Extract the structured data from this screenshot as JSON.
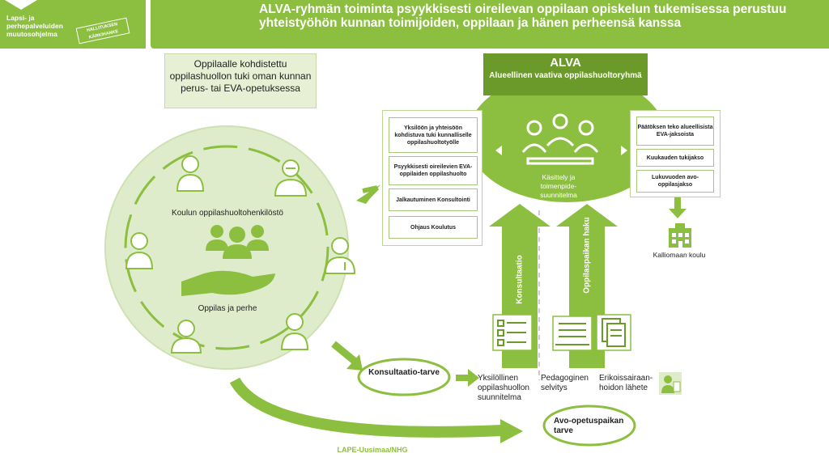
{
  "header": {
    "logo_text": "Lapsi- ja perhepalveluiden muutosohjelma",
    "stamp_text": "HALLITUKSEN KÄRKIHANKE",
    "title": "ALVA-ryhmän toiminta psyykkisesti oireilevan oppilaan opiskelun tukemisessa perustuu yhteistyöhön kunnan toimijoiden, oppilaan ja hänen perheensä kanssa"
  },
  "left_box": "Oppilaalle kohdistettu oppilashuollon tuki oman kunnan perus- tai EVA-opetuksessa",
  "alva": {
    "name": "ALVA",
    "subtitle": "Alueellinen vaativa oppilashuoltoryhmä",
    "caption": "Käsittely ja toimenpide-suunnitelma"
  },
  "left_panel_items": [
    "Yksilöön ja yhteisöön kohdistuva tuki kunnalliselle oppilashuoltotyölle",
    "Psyykkisesti oireilevien EVA-oppilaiden oppilashuolto",
    "Jalkautuminen Konsultointi",
    "Ohjaus Koulutus"
  ],
  "right_panel_items": [
    "Päätöksen teko alueellisista EVA-jaksoista",
    "Kuukauden tukijakso",
    "Lukuvuoden avo-oppilasjakso"
  ],
  "circle": {
    "staff_label": "Koulun oppilashuoltohenkilöstö",
    "family_label": "Oppilas ja perhe"
  },
  "school_label": "Kalliomaan koulu",
  "arrows": {
    "consultation": "Konsultaatio",
    "placement": "Oppilaspaikan haku"
  },
  "bottom": {
    "consult_need": "Konsultaatio-tarve",
    "individual_plan": "Yksilöllinen oppilashuollon suunnitelma",
    "pedagogical": "Pedagoginen selvitys",
    "referral": "Erikoissairaan-hoidon lähete",
    "outpatient_need": "Avo-opetuspaikan tarve"
  },
  "footer": "LAPE-Uusimaa/NHG",
  "colors": {
    "green": "#8cbf3f",
    "dark_green": "#6b9a2a",
    "light_green": "#e7f0d4",
    "circle_fill": "#dfeccc"
  }
}
